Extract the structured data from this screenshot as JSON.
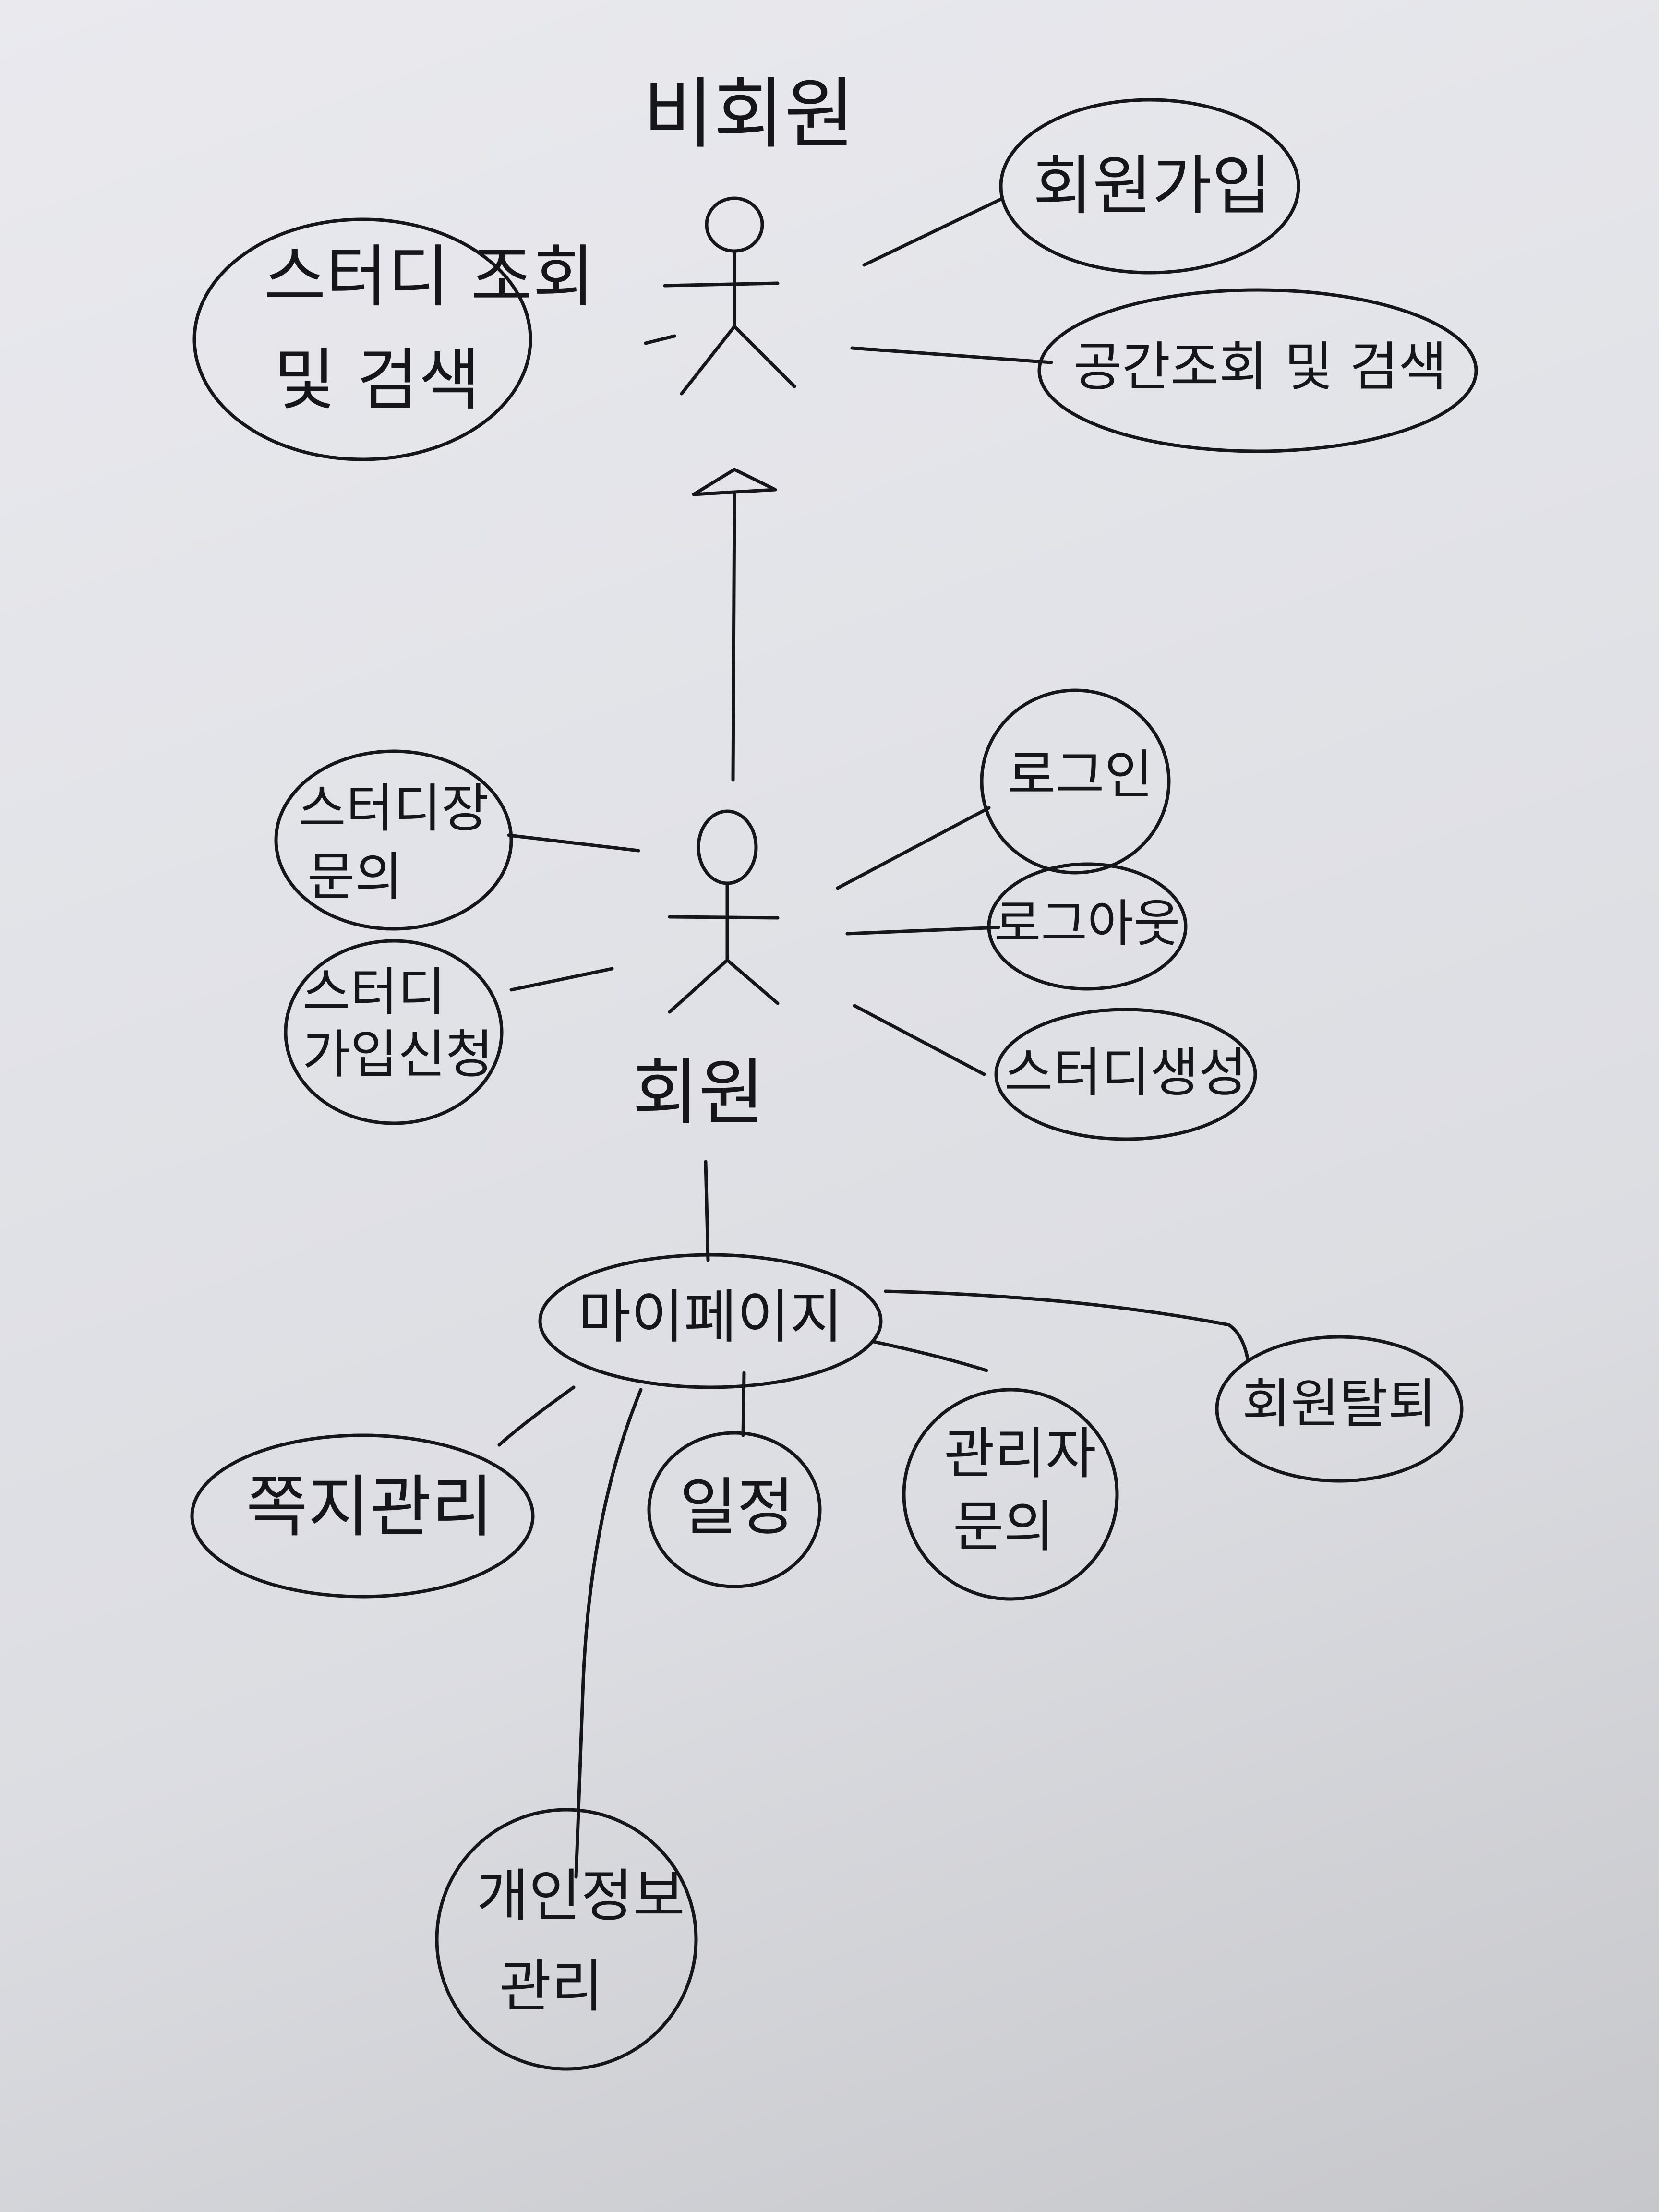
{
  "actors": {
    "non_member": "비회원",
    "member": "회원"
  },
  "usecases": {
    "study_search_line1": "스터디 조회",
    "study_search_line2": "및 검색",
    "signup": "회원가입",
    "space_search": "공간조회 및 검색",
    "leader_inquiry_line1": "스터디장",
    "leader_inquiry_line2": "문의",
    "study_join_line1": "스터디",
    "study_join_line2": "가입신청",
    "login": "로그인",
    "logout": "로그아웃",
    "study_create": "스터디생성",
    "mypage": "마이페이지",
    "notes": "쪽지관리",
    "schedule": "일정",
    "admin_inquiry_line1": "관리자",
    "admin_inquiry_line2": "문의",
    "withdraw": "회원탈퇴",
    "profile_line1": "개인정보",
    "profile_line2": "관리"
  }
}
